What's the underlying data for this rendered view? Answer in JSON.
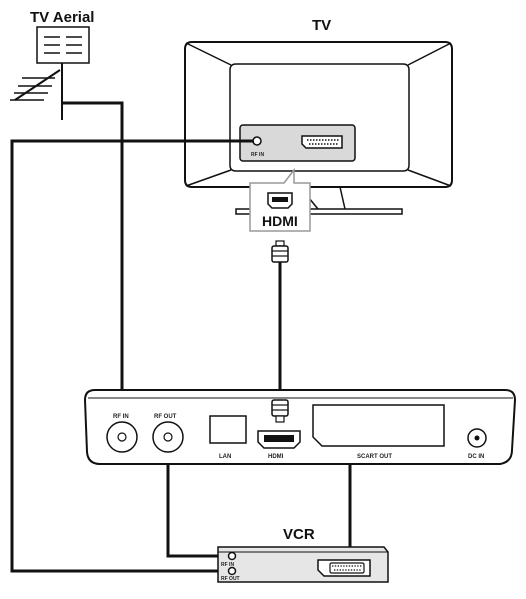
{
  "labels": {
    "tv_aerial": "TV Aerial",
    "tv": "TV",
    "vcr": "VCR",
    "hdmi_callout": "HDMI"
  },
  "tv_ports": {
    "rf_in": "RF IN"
  },
  "set_top_box_ports": {
    "rf_in": "RF IN",
    "rf_out": "RF OUT",
    "lan": "LAN",
    "hdmi": "HDMI",
    "scart_out": "SCART OUT",
    "dc_in": "DC IN"
  },
  "vcr_ports": {
    "rf_in": "RF IN",
    "rf_out": "RF OUT"
  },
  "colors": {
    "line": "#111111",
    "device_fill": "#ffffff",
    "panel_fill": "#d9d9d9",
    "vcr_fill": "#e6e6e6",
    "screen_fill": "#ffffff"
  }
}
